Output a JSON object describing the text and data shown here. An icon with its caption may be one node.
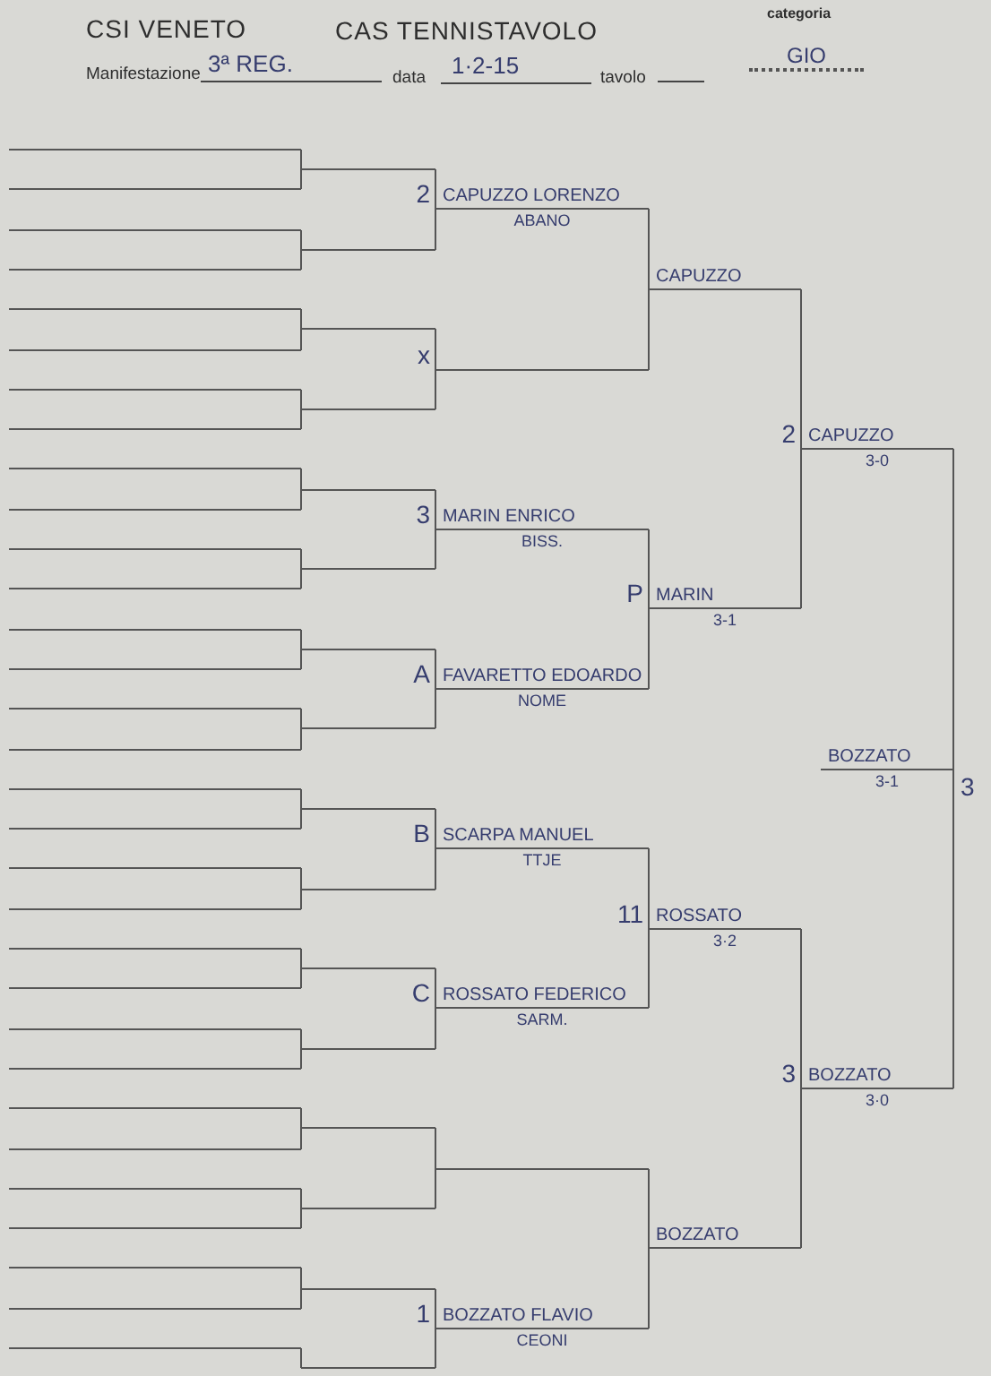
{
  "diagram": {
    "nodes": [
      {
        "text": [],
        "shape": "line"
      },
      {
        "text": [],
        "shape": "line"
      },
      {
        "text": [],
        "shape": "line"
      },
      {
        "text": [],
        "shape": "line"
      },
      {
        "text": [],
        "shape": "line"
      },
      {
        "text": [],
        "shape": "line"
      },
      {
        "text": [],
        "shape": "line"
      },
      {
        "text": [],
        "shape": "line"
      },
      {
        "text": [],
        "shape": "line"
      },
      {
        "text": [],
        "shape": "line"
      },
      {
        "text": [],
        "shape": "line"
      },
      {
        "text": [],
        "shape": "line"
      },
      {
        "text": [],
        "shape": "line"
      },
      {
        "text": [],
        "shape": "line"
      },
      {
        "text": [],
        "shape": "line"
      },
      {
        "text": [],
        "shape": "line"
      },
      {
        "text": [],
        "shape": "line"
      },
      {
        "text": [],
        "shape": "line"
      },
      {
        "text": [],
        "shape": "line"
      },
      {
        "text": [],
        "shape": "line"
      },
      {
        "text": [],
        "shape": "line"
      },
      {
        "text": [],
        "shape": "line"
      },
      {
        "text": [],
        "shape": "line"
      },
      {
        "text": [],
        "shape": "line"
      },
      {
        "text": [],
        "shape": "line"
      },
      {
        "text": [],
        "shape": "line"
      },
      {
        "text": [],
        "shape": "line"
      },
      {
        "text": [],
        "shape": "line"
      },
      {
        "text": [],
        "shape": "line"
      },
      {
        "text": [],
        "shape": "line"
      },
      {
        "text": [],
        "shape": "line"
      },
      {
        "text": [],
        "shape": "line"
      },
      {
        "text": [],
        "shape": "line"
      },
      {
        "text": [],
        "shape": "line"
      },
      {
        "text": [],
        "shape": "line"
      },
      {
        "text": [],
        "shape": "line"
      },
      {
        "text": [],
        "shape": "line"
      },
      {
        "text": [],
        "shape": "line"
      },
      {
        "text": [],
        "shape": "line"
      },
      {
        "text": [],
        "shape": "line"
      },
      {
        "text": [],
        "shape": "line"
      },
      {
        "text": [],
        "shape": "line"
      },
      {
        "text": [],
        "shape": "line"
      },
      {
        "text": [],
        "shape": "line"
      },
      {
        "text": [],
        "shape": "line"
      },
      {
        "text": [],
        "shape": "line"
      },
      {
        "text": [],
        "shape": "line"
      },
      {
        "text": [
          "CAPUZZO LORENZO",
          "ABANO"
        ],
        "beside": [
          "2"
        ]
      },
      {
        "text": [],
        "shape": "line",
        "beside": [
          "x"
        ]
      },
      {
        "text": [
          "MARIN ENRICO",
          "BISS."
        ],
        "beside": [
          "3"
        ]
      },
      {
        "text": [
          "FAVARETTO EDOARDO",
          "NOME"
        ],
        "beside": [
          "A"
        ]
      },
      {
        "text": [
          "SCARPA MANUEL",
          "TTJE"
        ],
        "beside": [
          "B"
        ]
      },
      {
        "text": [
          "ROSSATO FEDERICO",
          "SARM."
        ],
        "beside": [
          "C"
        ]
      },
      {
        "text": [],
        "shape": "line"
      },
      {
        "text": [
          "BOZZATO FLAVIO",
          "CEONI"
        ],
        "beside": [
          "1"
        ]
      },
      {
        "text": [
          "CAPUZZO"
        ]
      },
      {
        "text": [
          "MARIN",
          "3-1"
        ],
        "beside": [
          "P"
        ]
      },
      {
        "text": [
          "ROSSATO",
          "3·2"
        ],
        "beside": [
          "11"
        ]
      },
      {
        "text": [
          "BOZZATO"
        ]
      },
      {
        "text": [
          "CAPUZZO",
          "3-0"
        ],
        "beside": [
          "2"
        ]
      },
      {
        "text": [
          "BOZZATO",
          "3·0"
        ],
        "beside": [
          "3"
        ]
      },
      {
        "text": [
          "BOZZATO",
          "3-1"
        ],
        "beside": [
          "3"
        ]
      }
    ],
    "edges": [
      {
        "from": 0,
        "to": 31,
        "arrow": "none"
      },
      {
        "from": 1,
        "to": 31,
        "arrow": "none"
      },
      {
        "from": 2,
        "to": 32,
        "arrow": "none"
      },
      {
        "from": 3,
        "to": 32,
        "arrow": "none"
      },
      {
        "from": 4,
        "to": 33,
        "arrow": "none"
      },
      {
        "from": 5,
        "to": 33,
        "arrow": "none"
      },
      {
        "from": 6,
        "to": 34,
        "arrow": "none"
      },
      {
        "from": 7,
        "to": 34,
        "arrow": "none"
      },
      {
        "from": 8,
        "to": 35,
        "arrow": "none"
      },
      {
        "from": 9,
        "to": 35,
        "arrow": "none"
      },
      {
        "from": 10,
        "to": 36,
        "arrow": "none"
      },
      {
        "from": 11,
        "to": 36,
        "arrow": "none"
      },
      {
        "from": 12,
        "to": 37,
        "arrow": "none"
      },
      {
        "from": 13,
        "to": 37,
        "arrow": "none"
      },
      {
        "from": 14,
        "to": 38,
        "arrow": "none"
      },
      {
        "from": 15,
        "to": 38,
        "arrow": "none"
      },
      {
        "from": 16,
        "to": 39,
        "arrow": "none"
      },
      {
        "from": 17,
        "to": 39,
        "arrow": "none"
      },
      {
        "from": 18,
        "to": 40,
        "arrow": "none"
      },
      {
        "from": 19,
        "to": 40,
        "arrow": "none"
      },
      {
        "from": 20,
        "to": 41,
        "arrow": "none"
      },
      {
        "from": 21,
        "to": 41,
        "arrow": "none"
      },
      {
        "from": 22,
        "to": 42,
        "arrow": "none"
      },
      {
        "from": 23,
        "to": 42,
        "arrow": "none"
      },
      {
        "from": 24,
        "to": 43,
        "arrow": "none"
      },
      {
        "from": 25,
        "to": 43,
        "arrow": "none"
      },
      {
        "from": 26,
        "to": 44,
        "arrow": "none"
      },
      {
        "from": 27,
        "to": 44,
        "arrow": "none"
      },
      {
        "from": 28,
        "to": 45,
        "arrow": "none"
      },
      {
        "from": 29,
        "to": 45,
        "arrow": "none"
      },
      {
        "from": 30,
        "to": 46,
        "arrow": "none"
      },
      {
        "from": 31,
        "to": 47,
        "arrow": "none"
      },
      {
        "from": 32,
        "to": 47,
        "arrow": "none"
      },
      {
        "from": 33,
        "to": 48,
        "arrow": "none"
      },
      {
        "from": 34,
        "to": 48,
        "arrow": "none"
      },
      {
        "from": 35,
        "to": 49,
        "arrow": "none"
      },
      {
        "from": 36,
        "to": 49,
        "arrow": "none"
      },
      {
        "from": 37,
        "to": 50,
        "arrow": "none"
      },
      {
        "from": 38,
        "to": 50,
        "arrow": "none"
      },
      {
        "from": 39,
        "to": 51,
        "arrow": "none"
      },
      {
        "from": 40,
        "to": 51,
        "arrow": "none"
      },
      {
        "from": 41,
        "to": 52,
        "arrow": "none"
      },
      {
        "from": 42,
        "to": 52,
        "arrow": "none"
      },
      {
        "from": 43,
        "to": 53,
        "arrow": "none"
      },
      {
        "from": 44,
        "to": 53,
        "arrow": "none"
      },
      {
        "from": 45,
        "to": 54,
        "arrow": "none"
      },
      {
        "from": 46,
        "to": 54,
        "arrow": "none"
      },
      {
        "from": 47,
        "to": 55,
        "arrow": "none"
      },
      {
        "from": 48,
        "to": 55,
        "arrow": "none"
      },
      {
        "from": 49,
        "to": 56,
        "arrow": "none"
      },
      {
        "from": 50,
        "to": 56,
        "arrow": "none"
      },
      {
        "from": 51,
        "to": 57,
        "arrow": "none"
      },
      {
        "from": 52,
        "to": 57,
        "arrow": "none"
      },
      {
        "from": 53,
        "to": 58,
        "arrow": "none"
      },
      {
        "from": 54,
        "to": 58,
        "arrow": "none"
      },
      {
        "from": 55,
        "to": 59,
        "arrow": "none"
      },
      {
        "from": 56,
        "to": 59,
        "arrow": "none"
      },
      {
        "from": 57,
        "to": 60,
        "arrow": "none"
      },
      {
        "from": 58,
        "to": 60,
        "arrow": "none"
      },
      {
        "from": 59,
        "to": 61,
        "arrow": "none"
      },
      {
        "from": 60,
        "to": 61,
        "arrow": "none"
      }
    ],
    "labels": [
      "CSI VENETO",
      "CAS TENNISTAVOLO",
      "categoria",
      "Manifestazione",
      "3ª REG.",
      "data",
      "1·2-15",
      "tavolo",
      "GIO"
    ]
  }
}
